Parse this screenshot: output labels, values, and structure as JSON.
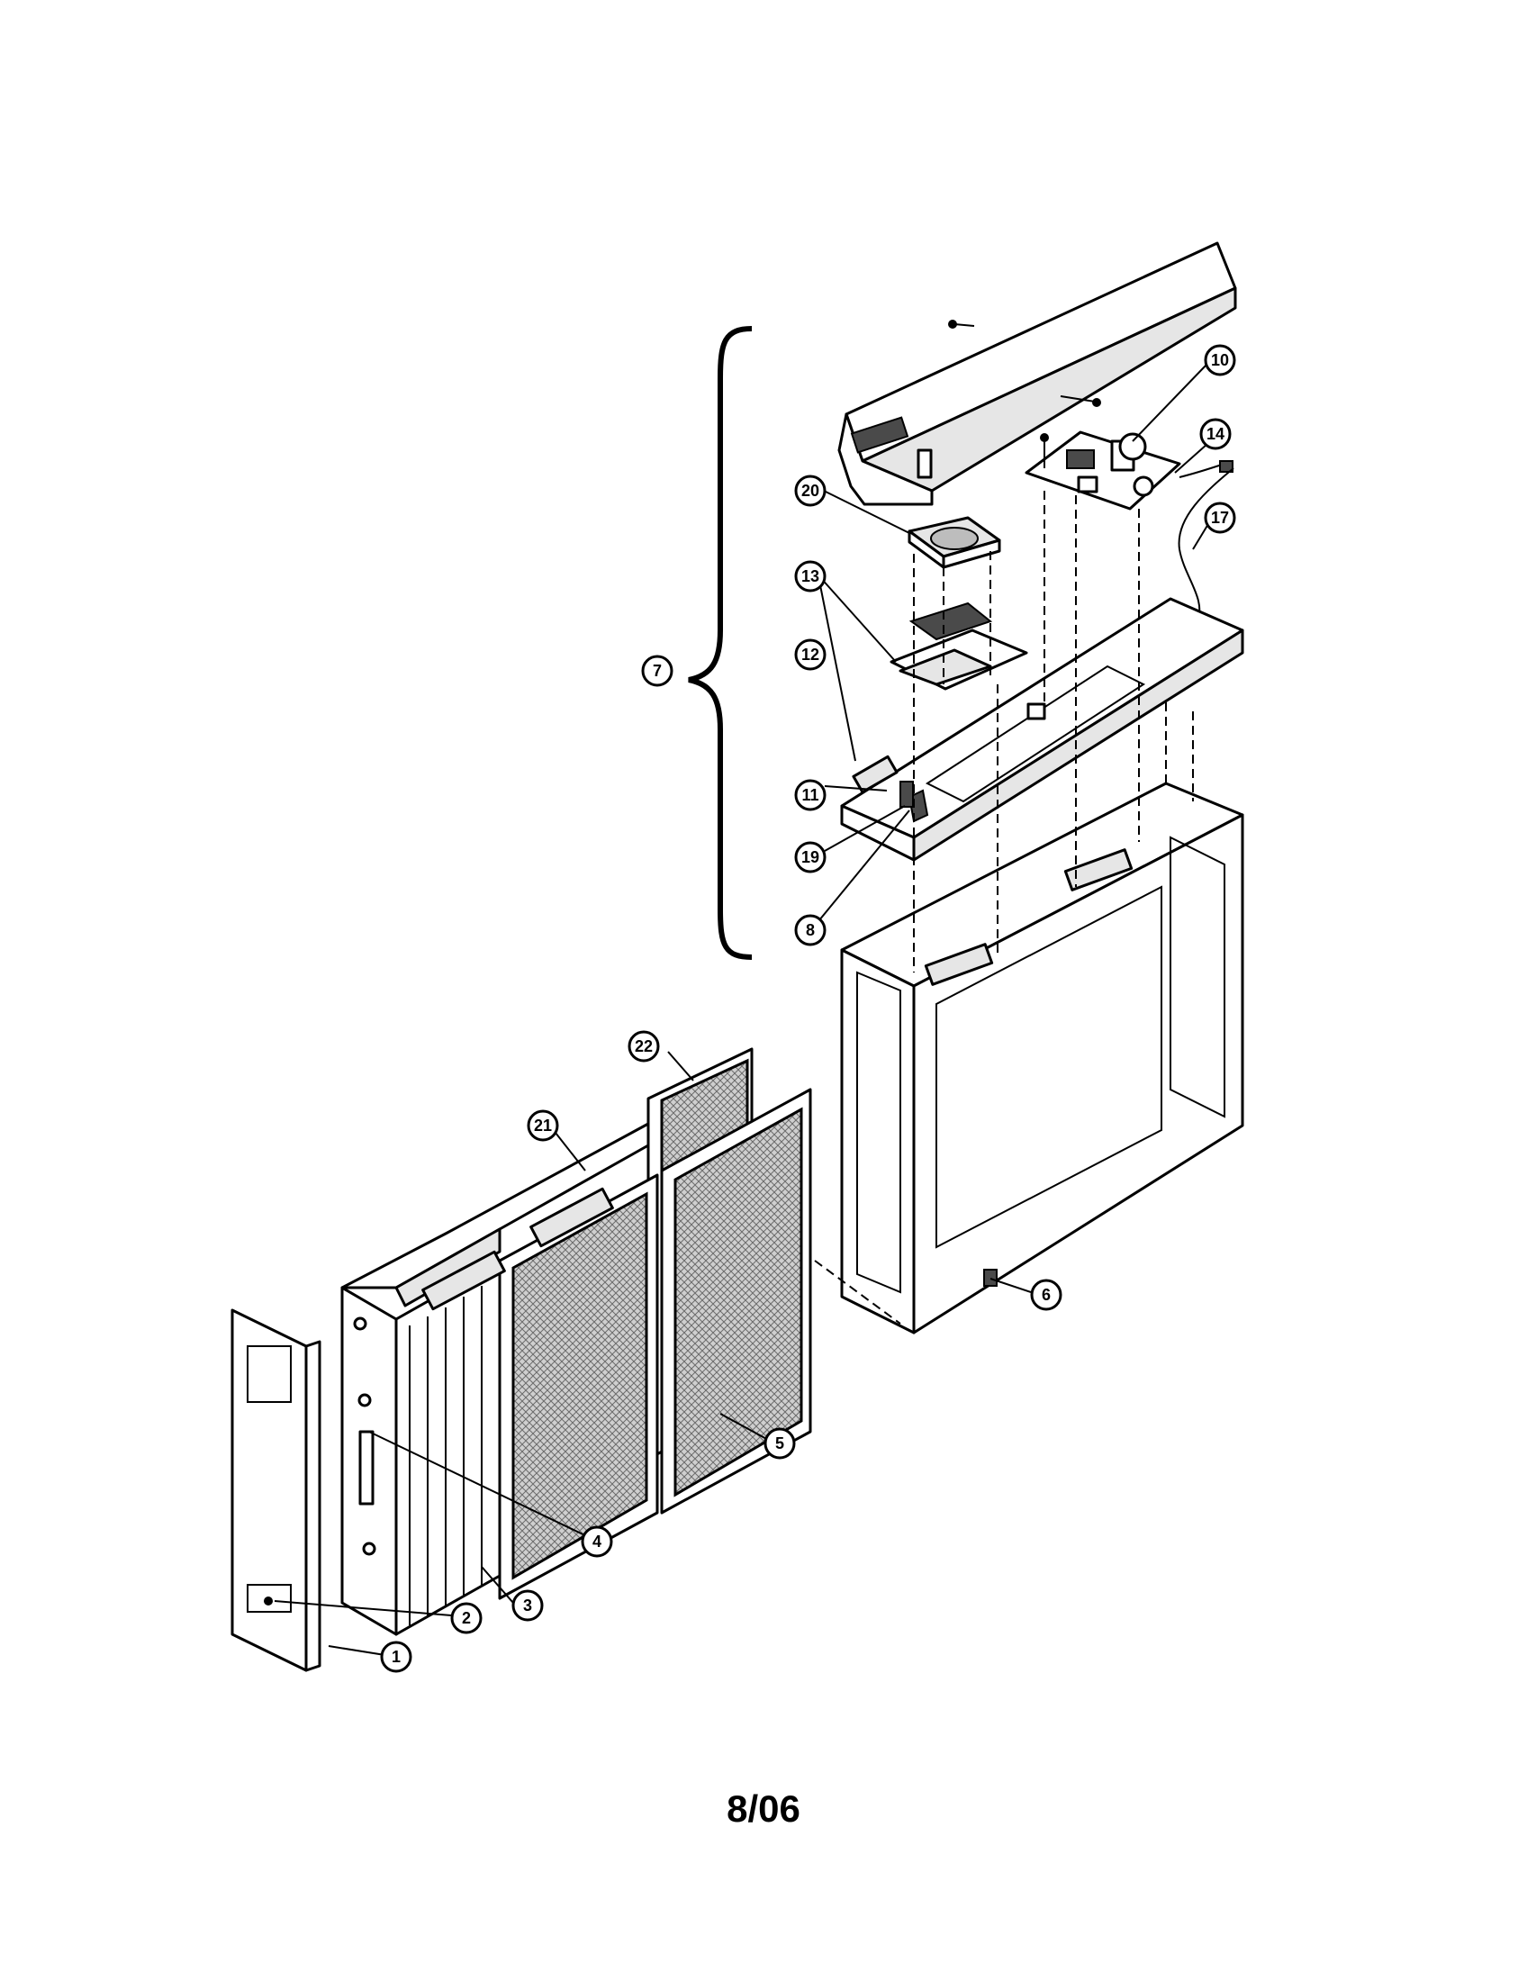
{
  "footer": {
    "date": "8/06"
  },
  "callouts": [
    {
      "label": "1"
    },
    {
      "label": "2"
    },
    {
      "label": "3"
    },
    {
      "label": "4"
    },
    {
      "label": "5"
    },
    {
      "label": "6"
    },
    {
      "label": "7"
    },
    {
      "label": "8"
    },
    {
      "label": "10"
    },
    {
      "label": "11"
    },
    {
      "label": "12"
    },
    {
      "label": "13"
    },
    {
      "label": "14"
    },
    {
      "label": "17"
    },
    {
      "label": "19"
    },
    {
      "label": "20"
    },
    {
      "label": "21"
    },
    {
      "label": "22"
    }
  ]
}
